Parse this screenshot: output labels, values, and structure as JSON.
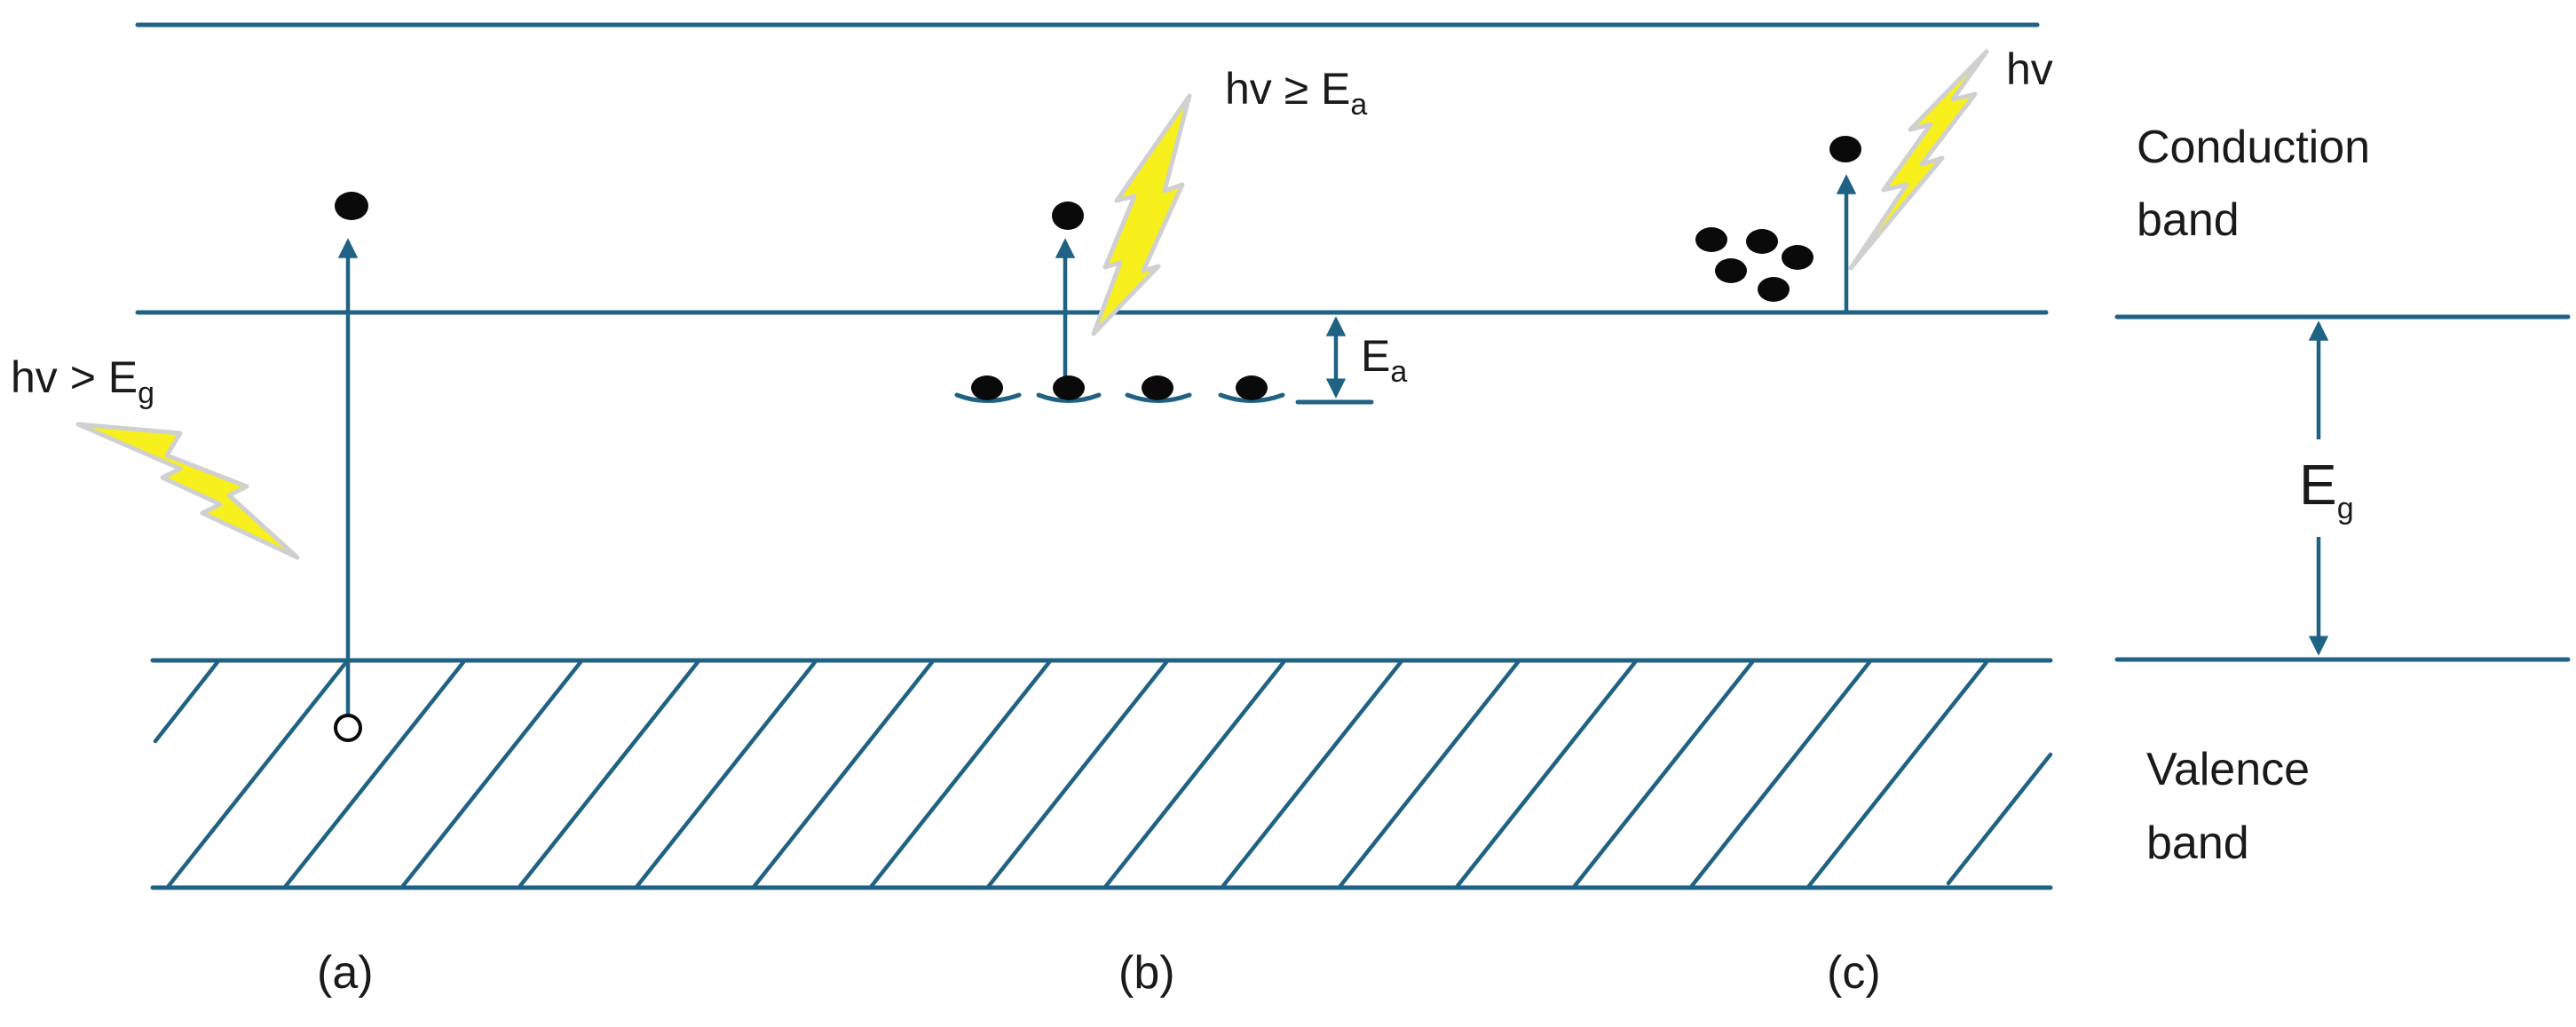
{
  "panels": {
    "a": {
      "caption": "(a)",
      "photon_label": "hv > E",
      "photon_sub": "g"
    },
    "b": {
      "caption": "(b)",
      "photon_label": "hv ≥ E",
      "photon_sub": "a",
      "gap_label": "E",
      "gap_sub": "a"
    },
    "c": {
      "caption": "(c)",
      "photon_label": "hv"
    }
  },
  "bands": {
    "conduction_line1": "Conduction",
    "conduction_line2": "band",
    "valence_line1": "Valence",
    "valence_line2": "band",
    "gap_label": "E",
    "gap_sub": "g"
  },
  "colors": {
    "line": "#1f6283",
    "electron": "#0a0a0a",
    "photon_fill": "#f7f01c",
    "photon_shadow": "#d0d0d0"
  }
}
